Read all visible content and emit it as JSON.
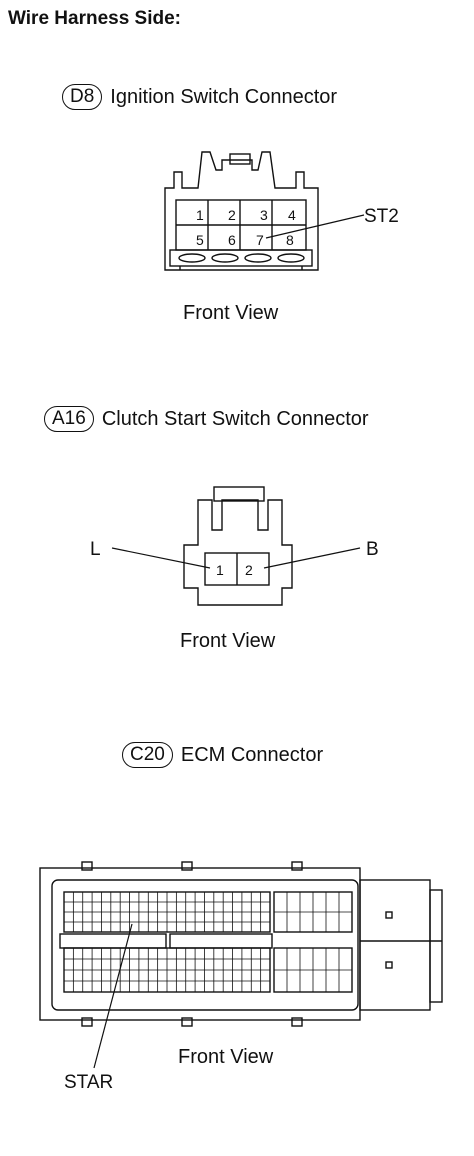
{
  "heading": "Wire Harness Side:",
  "sections": [
    {
      "code": "D8",
      "title": "Ignition Switch Connector",
      "pins": [
        "1",
        "2",
        "3",
        "4",
        "5",
        "6",
        "7",
        "8"
      ],
      "callout": "ST2",
      "view_label": "Front View"
    },
    {
      "code": "A16",
      "title": "Clutch Start Switch Connector",
      "pins": [
        "1",
        "2"
      ],
      "callout_left": "L",
      "callout_right": "B",
      "view_label": "Front View"
    },
    {
      "code": "C20",
      "title": "ECM Connector",
      "callout": "STAR",
      "view_label": "Front View"
    }
  ]
}
